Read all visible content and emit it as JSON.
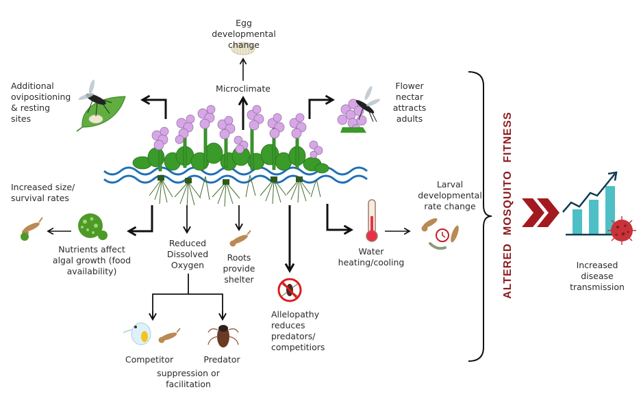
{
  "title_vertical": "ALTERED MOSQUITO  FITNESS",
  "colors": {
    "accent_red": "#8b1a1f",
    "flower_purple": "#d6a6e6",
    "leaf_green": "#3a9a2a",
    "water_blue": "#1f6fb8",
    "bar_teal": "#4fbfc6",
    "trend_navy": "#0f3a4f",
    "virus_red": "#c8323a"
  },
  "labels": {
    "egg": "Egg developmental\nchange",
    "microclimate": "Microclimate",
    "oviposition": "Additional\novipositioning\n& resting\nsites",
    "nectar": "Flower\nnectar\nattracts\nadults",
    "size_survival": "Increased size/\nsurvival rates",
    "nutrients": "Nutrients affect\nalgal growth (food\navailability)",
    "dissolved_oxygen": "Reduced\nDissolved\nOxygen",
    "roots": "Roots\nprovide\nshelter",
    "allelopathy": "Allelopathy\nreduces\npredators/\ncompetitiors",
    "water_temp": "Water\nheating/cooling",
    "larval_rate": "Larval\ndevelopmental\nrate change",
    "competitor": "Competitor",
    "predator": "Predator",
    "suppression": "suppression or\nfacilitation",
    "disease": "Increased\ndisease\ntransmission"
  },
  "icons": [
    "egg-raft-icon",
    "mosquito-on-leaf-icon",
    "mosquito-on-flower-icon",
    "water-hyacinth-plants",
    "algae-icon",
    "larva-eating-algae-icon",
    "larva-icon",
    "no-predator-icon",
    "thermometer-icon",
    "larval-cycle-icon",
    "daphnia-icon",
    "water-beetle-icon",
    "brace-icon",
    "double-chevron-icon",
    "rising-bar-chart-icon",
    "virus-icon"
  ]
}
